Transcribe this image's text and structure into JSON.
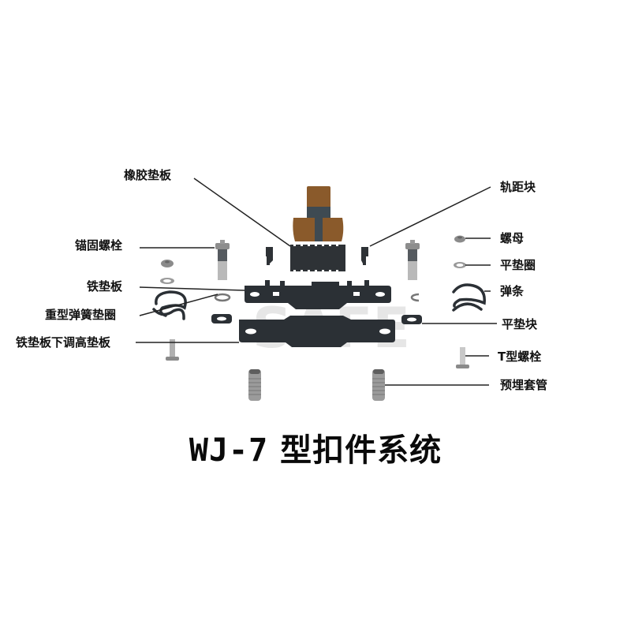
{
  "diagram": {
    "title_model": "WJ-7",
    "title_text": "型扣件系统",
    "watermark": "SAFE",
    "labels_left": [
      {
        "id": "rubber-pad",
        "text": "橡胶垫板"
      },
      {
        "id": "anchor-bolt",
        "text": "锚固螺栓"
      },
      {
        "id": "iron-base-plate",
        "text": "铁垫板"
      },
      {
        "id": "heavy-spring-washer",
        "text": "重型弹簧垫圈"
      },
      {
        "id": "height-adjust-pad",
        "text": "铁垫板下调高垫板"
      }
    ],
    "labels_right": [
      {
        "id": "gauge-block",
        "text": "轨距块"
      },
      {
        "id": "nut",
        "text": "螺母"
      },
      {
        "id": "flat-washer",
        "text": "平垫圈"
      },
      {
        "id": "spring-clip",
        "text": "弹条"
      },
      {
        "id": "flat-pad-block",
        "text": "平垫块"
      },
      {
        "id": "t-bolt",
        "text": "T型螺栓"
      },
      {
        "id": "embedded-sleeve",
        "text": "预埋套管"
      }
    ],
    "colors": {
      "rail_rubber": "#8a5a2b",
      "rail_steel": "#3e4a52",
      "plate_dark": "#2b3035",
      "metal_light": "#b9b9b9",
      "leader_line": "#222222"
    }
  }
}
